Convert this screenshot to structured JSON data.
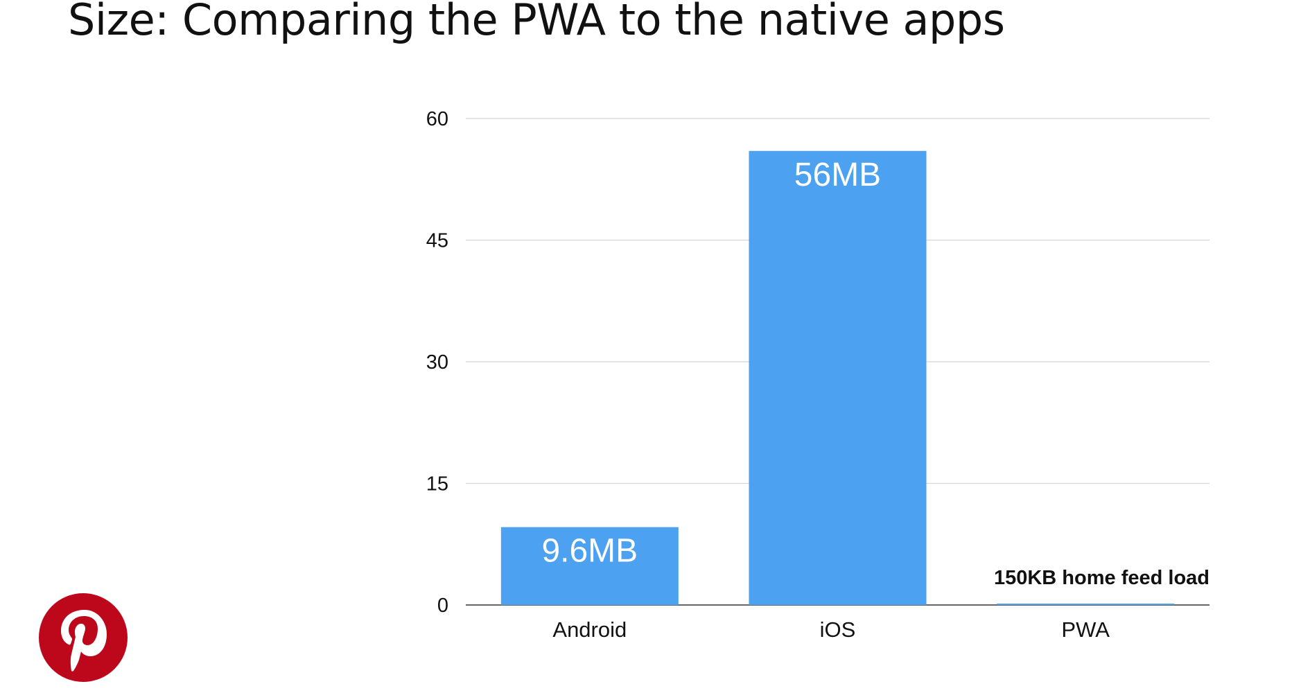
{
  "slide": {
    "title": "Size: Comparing the PWA to the native apps"
  },
  "logo": {
    "icon": "pinterest-logo-icon",
    "color": "#bd081c"
  },
  "chart_data": {
    "type": "bar",
    "title": "",
    "xlabel": "",
    "ylabel": "",
    "categories": [
      "Android",
      "iOS",
      "PWA"
    ],
    "values": [
      9.6,
      56,
      0.15
    ],
    "value_units": "MB",
    "data_labels": [
      "9.6MB",
      "56MB",
      "150KB home feed load"
    ],
    "ylim": [
      0,
      60
    ],
    "yticks": [
      0,
      15,
      30,
      45,
      60
    ],
    "grid": true,
    "legend": "none",
    "bar_color": "#4da1f1",
    "inside_label_color": "#ffffff",
    "outside_label_color": "#111111"
  }
}
